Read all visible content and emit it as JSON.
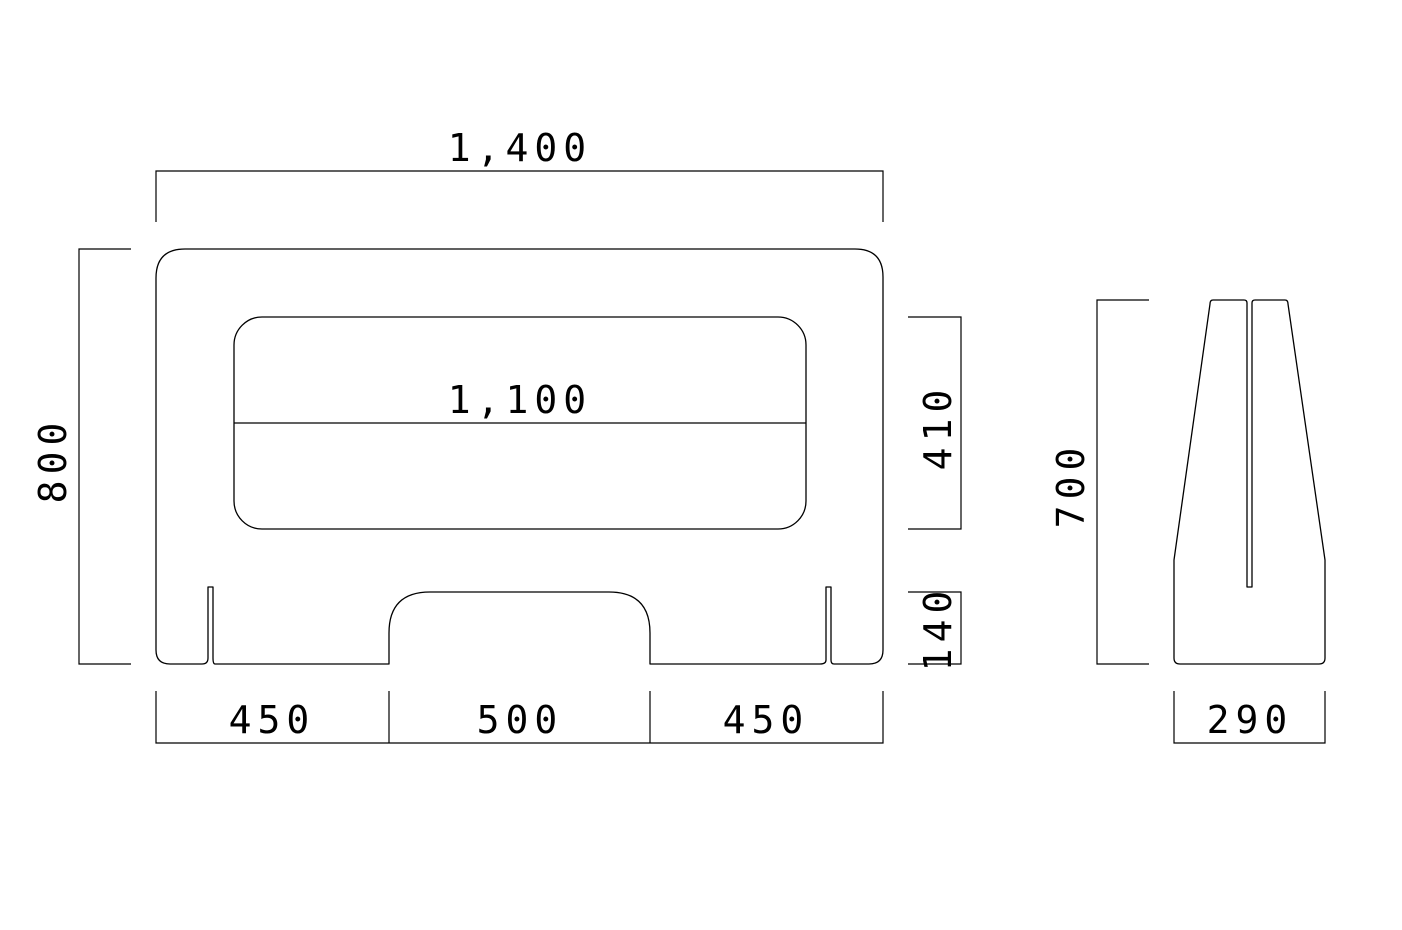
{
  "front_view": {
    "overall_width": "1,400",
    "overall_height": "800",
    "window_width": "1,100",
    "window_height": "410",
    "foot_height": "140",
    "bottom_left": "450",
    "bottom_center": "500",
    "bottom_right": "450"
  },
  "side_view": {
    "height": "700",
    "base_width": "290"
  },
  "colors": {
    "line": "#000000",
    "background": "#ffffff"
  }
}
